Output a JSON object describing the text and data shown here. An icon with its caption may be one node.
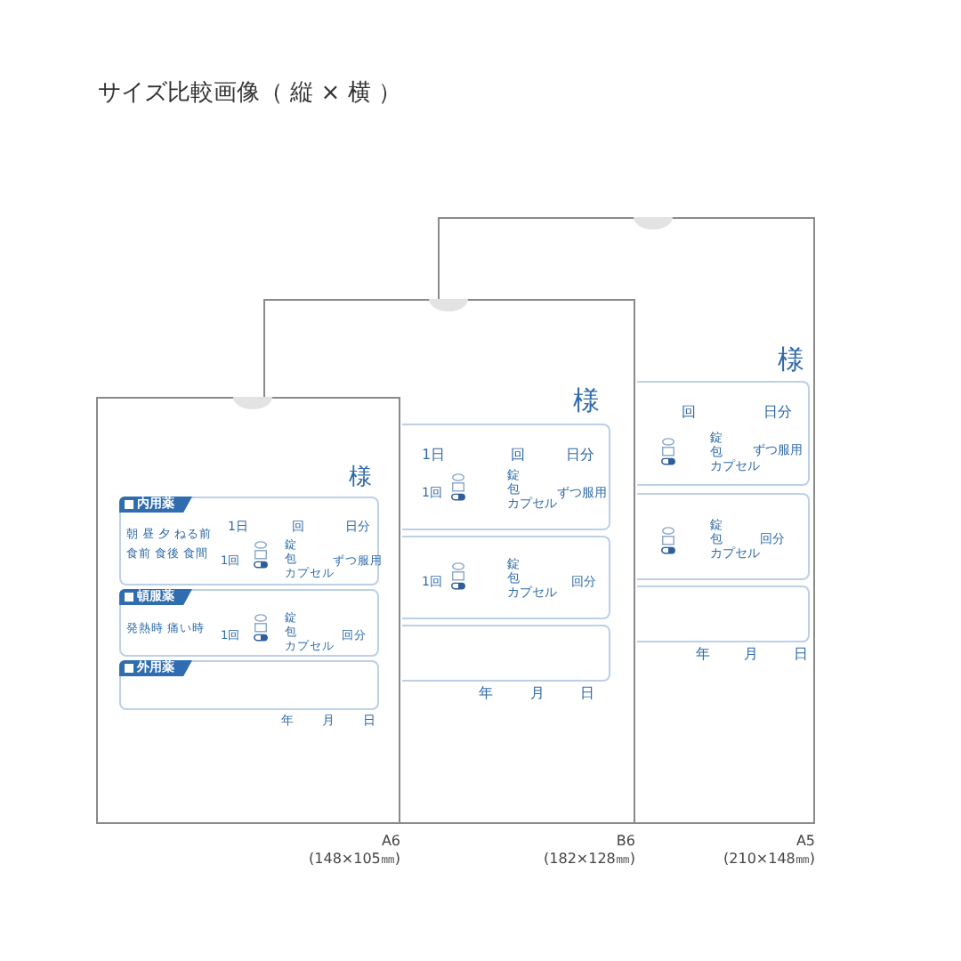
{
  "diagram": {
    "title": "サイズ比較画像（ 縦 × 横 ）",
    "nodes": [
      {
        "text": [
          "様",
          "年",
          "月",
          "日"
        ],
        "beside": [
          "A5",
          "(210×148㎜)"
        ]
      },
      {
        "text": [
          "回",
          "日分",
          "錠",
          "包",
          "カプセル",
          "ずつ服用"
        ],
        "in": 0
      },
      {
        "text": [
          "錠",
          "包",
          "カプセル",
          "回分"
        ],
        "in": 0
      },
      {
        "text": [],
        "shape": "box",
        "in": 0
      },
      {
        "text": [
          "様",
          "年",
          "月",
          "日"
        ],
        "beside": [
          "B6",
          "(182×128㎜)"
        ]
      },
      {
        "text": [
          "1日",
          "回",
          "日分",
          "1回",
          "錠",
          "包",
          "カプセル",
          "ずつ服用"
        ],
        "in": 4
      },
      {
        "text": [
          "1回",
          "錠",
          "包",
          "カプセル",
          "回分"
        ],
        "in": 4
      },
      {
        "text": [],
        "shape": "box",
        "in": 4
      },
      {
        "text": [
          "様",
          "年",
          "月",
          "日"
        ],
        "beside": [
          "A6",
          "(148×105㎜)"
        ]
      },
      {
        "text": [
          "内用薬",
          "朝 昼 夕 ねる前",
          "食前 食後 食間",
          "1日",
          "回",
          "日分",
          "1回",
          "錠",
          "包",
          "カプセル",
          "ずつ服用"
        ],
        "in": 8
      },
      {
        "text": [
          "頓服薬",
          "発熱時 痛い時",
          "1回",
          "錠",
          "包",
          "カプセル",
          "回分"
        ],
        "in": 8
      },
      {
        "text": [
          "外用薬"
        ],
        "in": 8
      }
    ]
  }
}
